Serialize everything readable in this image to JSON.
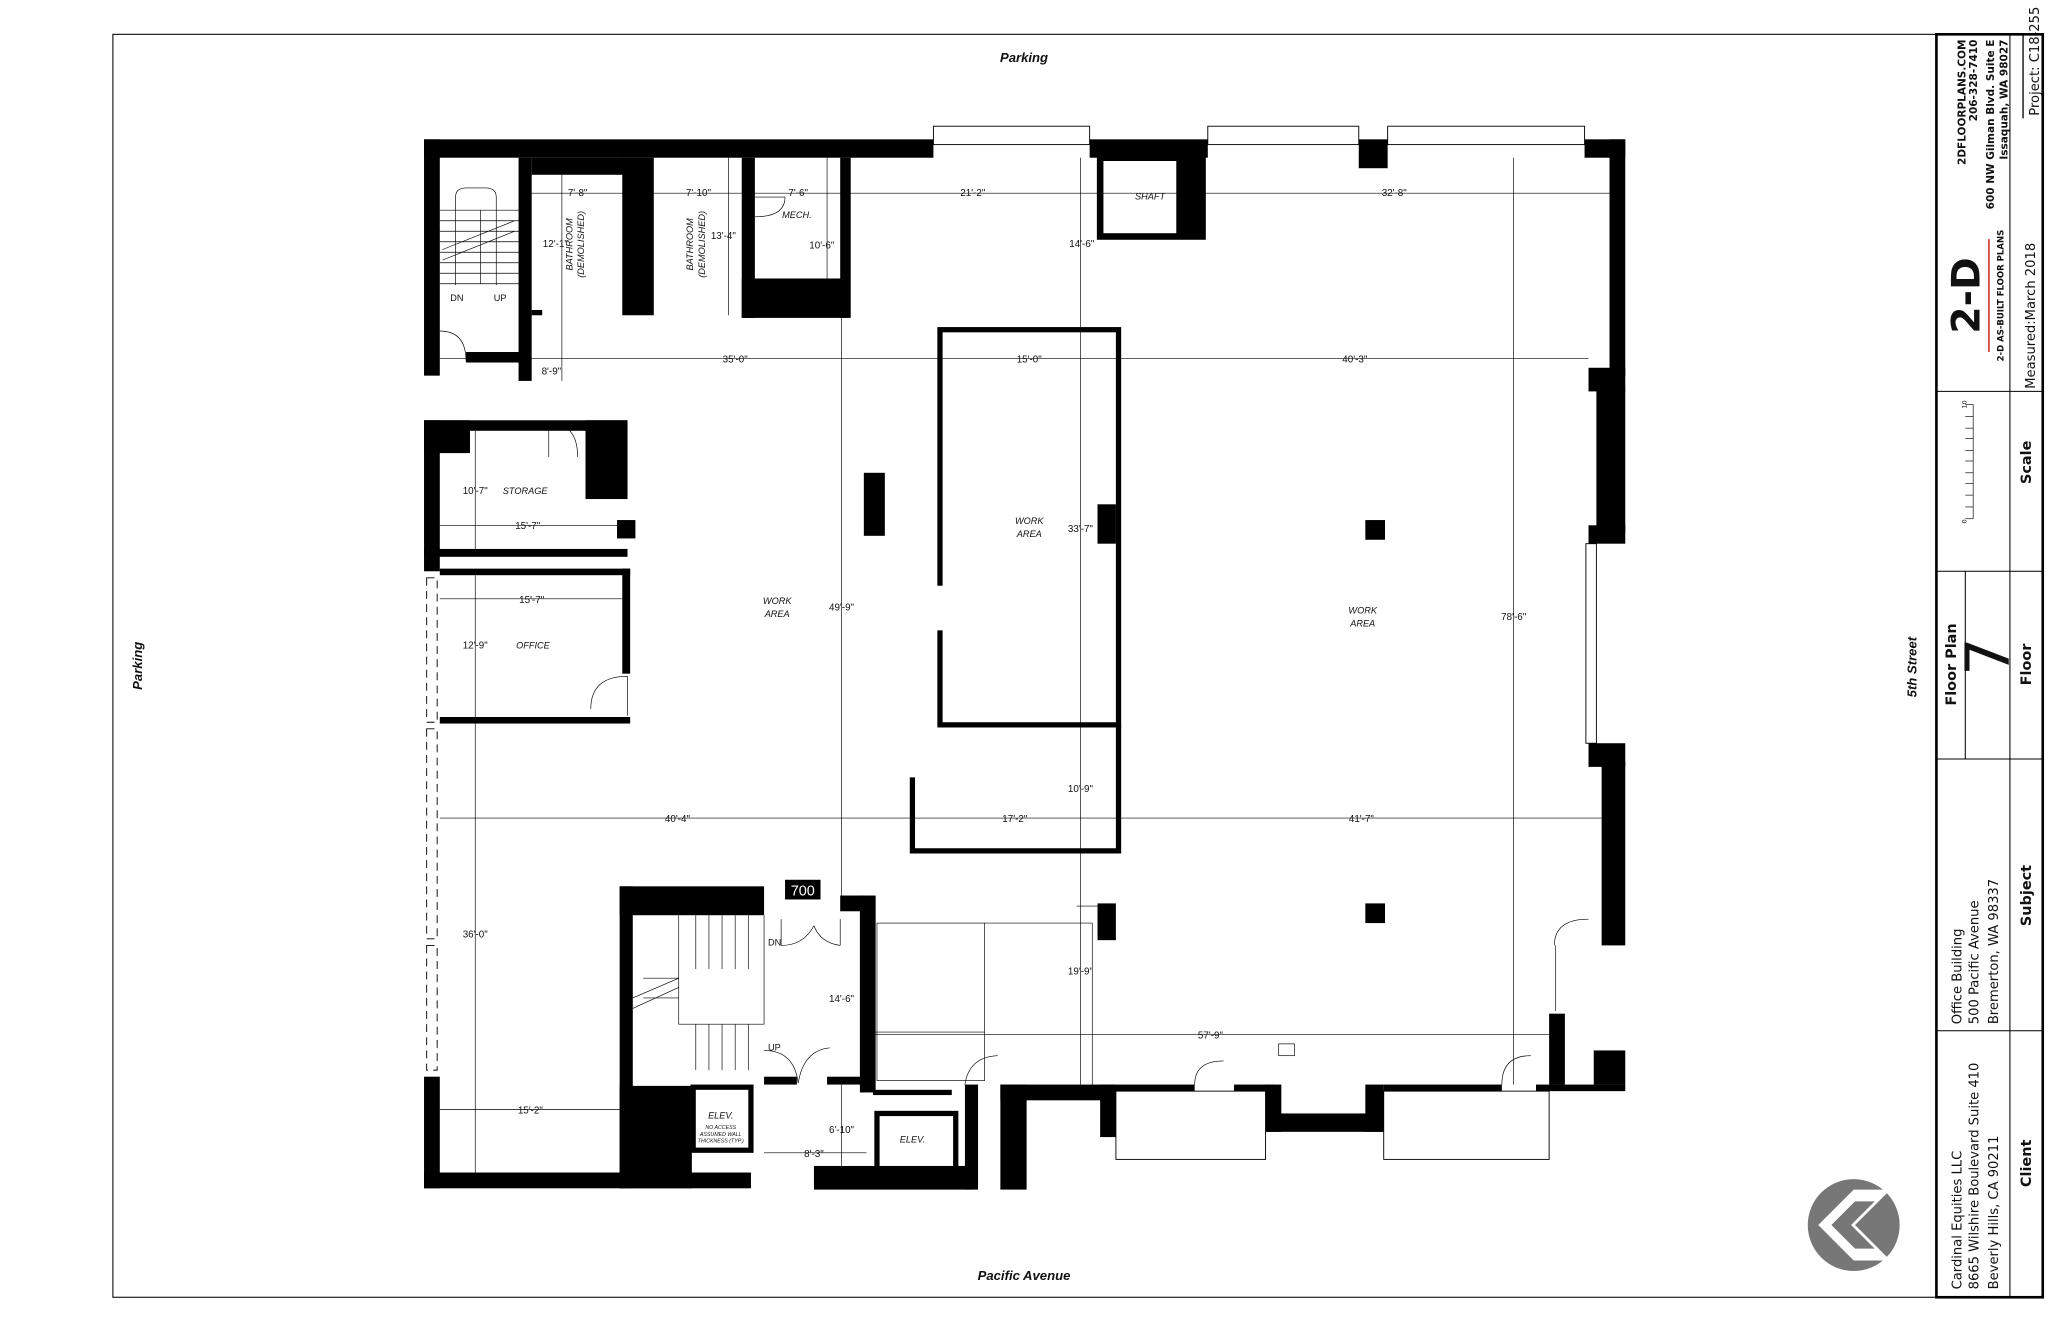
{
  "site": {
    "top": "Parking",
    "left": "Parking",
    "bottom": "Pacific Avenue",
    "right": "5th Street"
  },
  "rooms": {
    "bathroom": "BATHROOM",
    "demolished": "(DEMOLISHED)",
    "mech": "MECH.",
    "shaft": "SHAFT",
    "storage": "STORAGE",
    "office": "OFFICE",
    "work": "WORK",
    "area": "AREA",
    "elev": "ELEV.",
    "no_access_1": "NO ACCESS",
    "no_access_2": "ASSUMED WALL",
    "no_access_3": "THICKNESS (TYP.)",
    "unit": "700",
    "dn": "DN",
    "up": "UP"
  },
  "dims": [
    "7'-8\"",
    "7'-10\"",
    "7'-6\"",
    "21'-2\"",
    "32'-8\"",
    "12'-1\"",
    "13'-4\"",
    "10'-6\"",
    "14'-6\"",
    "8'-9\"",
    "35'-0\"",
    "15'-0\"",
    "40'-3\"",
    "10'-7\"",
    "15'-7\"",
    "15'-7\"",
    "12'-9\"",
    "33'-7\"",
    "49'-9\"",
    "78'-6\"",
    "40'-4\"",
    "17'-2\"",
    "41'-7\"",
    "10'-9\"",
    "36'-0\"",
    "14'-6\"",
    "19'-9\"",
    "57'-9\"",
    "15'-2\"",
    "6'-10\"",
    "8'-3\""
  ],
  "title_block": {
    "company_web": "2DFLOORPLANS.COM",
    "company_phone": "206-328-7410",
    "company_addr1": "600 NW Gilman Blvd.  Suite E",
    "company_addr2": "Issaquah, WA  98027",
    "logo_text": "2-D AS-BUILT FLOOR PLANS",
    "measured": "Measured:March 2018",
    "project": "Project: C18-255",
    "scale_label": "Scale",
    "scale_min": "0",
    "scale_max": "10",
    "floor_title": "Floor Plan",
    "floor_number": "7",
    "floor_label": "Floor",
    "subject_1": "Office Building",
    "subject_2": "500 Pacific Avenue",
    "subject_3": "Bremerton, WA  98337",
    "subject_label": "Subject",
    "client_1": "Cardinal Equities LLC",
    "client_2": "8665 Wilshire Boulevard  Suite 410",
    "client_3": "Beverly Hills, CA  90211",
    "client_label": "Client"
  }
}
